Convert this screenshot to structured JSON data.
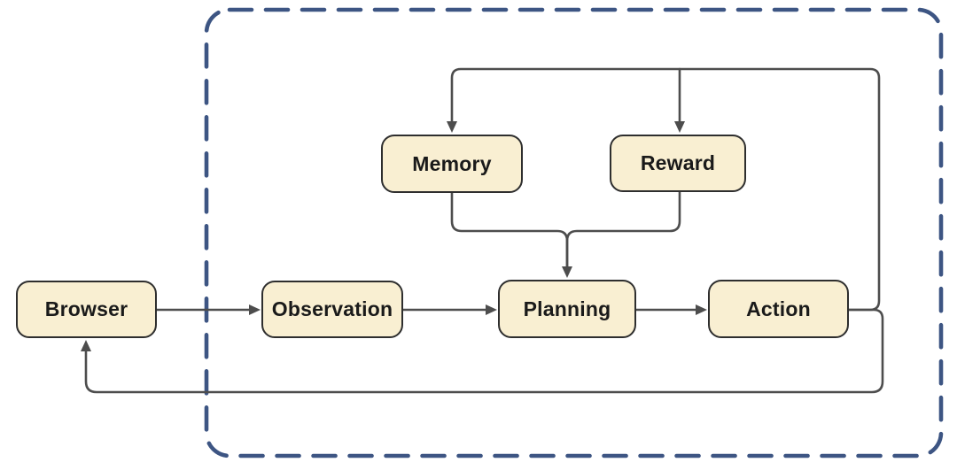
{
  "nodes": {
    "browser": {
      "label": "Browser"
    },
    "observation": {
      "label": "Observation"
    },
    "planning": {
      "label": "Planning"
    },
    "action": {
      "label": "Action"
    },
    "memory": {
      "label": "Memory"
    },
    "reward": {
      "label": "Reward"
    }
  },
  "edges": [
    {
      "from": "browser",
      "to": "observation"
    },
    {
      "from": "observation",
      "to": "planning"
    },
    {
      "from": "planning",
      "to": "action"
    },
    {
      "from": "action",
      "to": "memory"
    },
    {
      "from": "action",
      "to": "reward"
    },
    {
      "from": "memory",
      "to": "planning"
    },
    {
      "from": "reward",
      "to": "planning"
    },
    {
      "from": "action",
      "to": "browser"
    }
  ],
  "colors": {
    "background": "#ffffff",
    "node_fill": "#f9efd2",
    "node_border": "#2e2e2e",
    "node_text": "#1a1a1a",
    "edge": "#4d4d4d",
    "boundary": "#3d5583"
  }
}
